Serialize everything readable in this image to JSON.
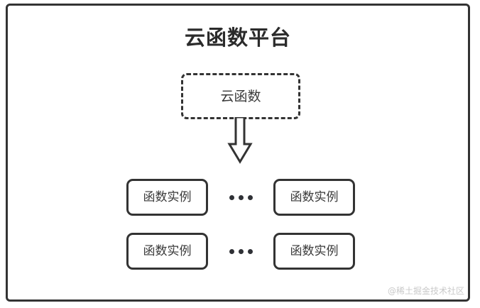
{
  "diagram": {
    "type": "architecture-block-diagram",
    "platform": {
      "title": "云函数平台"
    },
    "cloud_function": {
      "label": "云函数",
      "border_style": "dashed"
    },
    "arrow": {
      "icon_name": "arrow-down-icon",
      "direction": "down",
      "style": "hollow-block"
    },
    "rows": [
      {
        "left_instance": "函数实例",
        "ellipsis": "•••",
        "right_instance": "函数实例"
      },
      {
        "left_instance": "函数实例",
        "ellipsis": "•••",
        "right_instance": "函数实例"
      }
    ],
    "watermark": "@稀土掘金技术社区",
    "colors": {
      "stroke": "#333333",
      "text": "#3a3a3a",
      "title": "#2b2b2b",
      "background": "#ffffff",
      "watermark": "#c9c9c9"
    }
  }
}
